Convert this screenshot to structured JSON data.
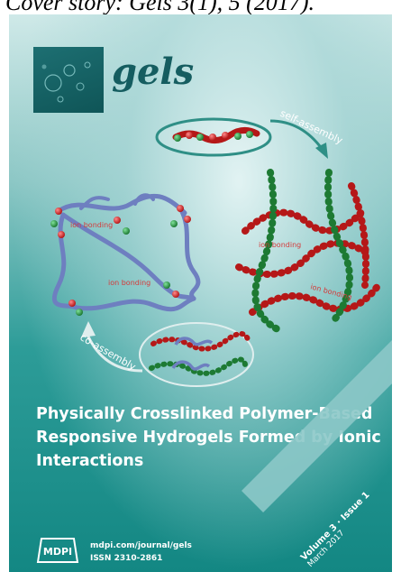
{
  "caption": "Cover story: Gels 3(1), 5 (2017).",
  "journal": {
    "name": "gels"
  },
  "figure": {
    "labels": {
      "self_assembly": "self-assembly",
      "co_assembly": "co-assembly",
      "ion_bonding_1": "ion bonding",
      "ion_bonding_2": "ion bonding",
      "ion_bonding_3": "ion bonding",
      "ion_bonding_4": "ion bonding"
    }
  },
  "article_title": {
    "line1": "Physically Crosslinked Polymer-Based",
    "line2": "Responsive Hydrogels Formed by Ionic",
    "line3": "Interactions"
  },
  "publisher": {
    "logo_text": "MDPI",
    "url": "mdpi.com/journal/gels",
    "issn": "ISSN 2310-2861"
  },
  "issue": {
    "volume": "Volume 3 · Issue 1",
    "date": "March 2017"
  },
  "colors": {
    "red_bead": "#d42a2a",
    "green_bead": "#2f9a45",
    "chain_blue": "#6e7fc0",
    "label_red": "#d53a3a"
  }
}
